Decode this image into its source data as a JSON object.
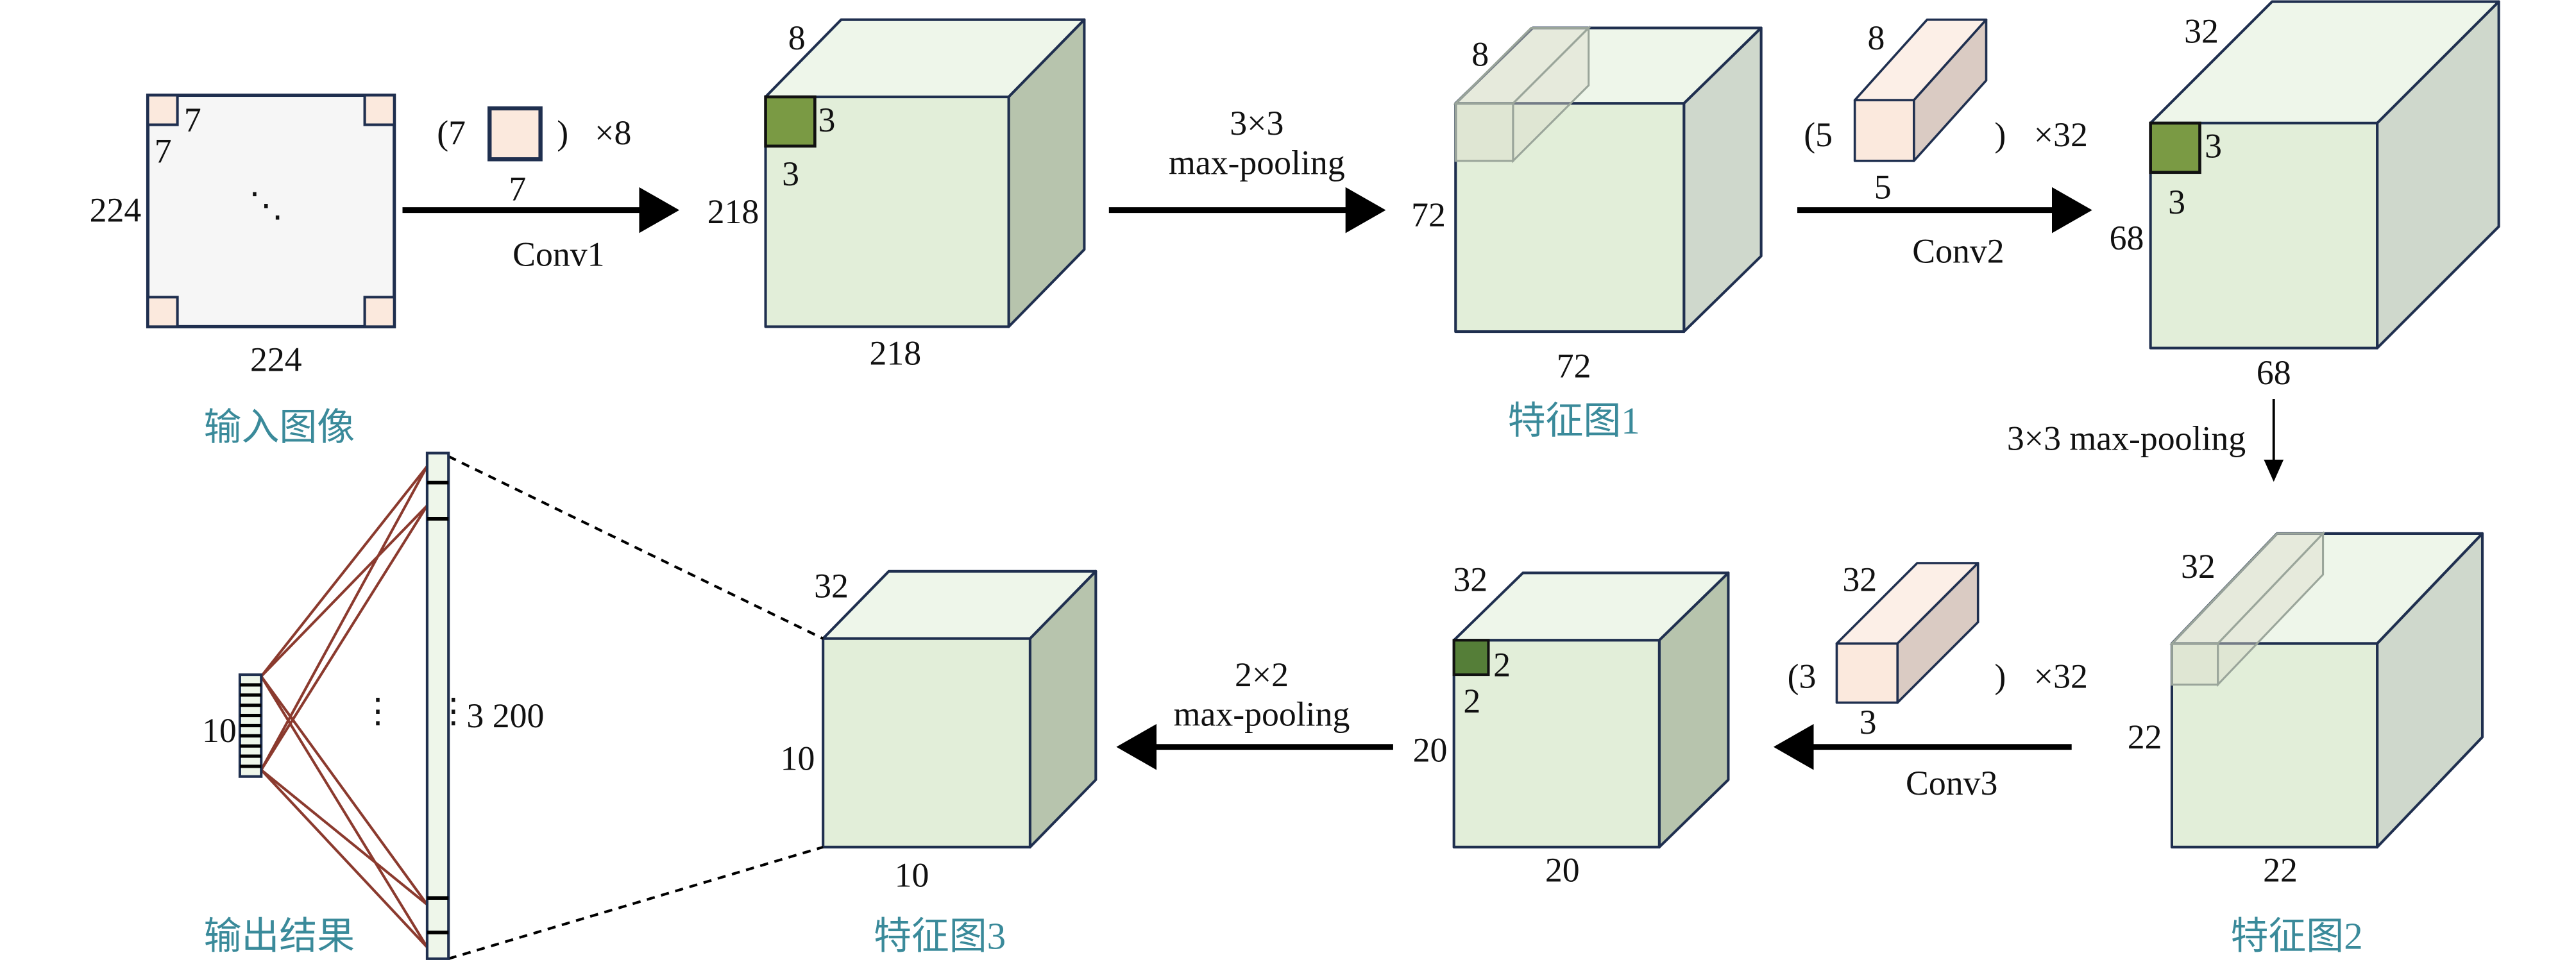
{
  "colors": {
    "front": "#e2eed9",
    "top": "#eef6ea",
    "side": "#b7c4ad",
    "side_light": "#cfd8cc",
    "kernel": "#fbe9dd",
    "kernel_side": "#dacbc3",
    "filter_patch": "#7a9a44",
    "pool_patch": "#557e38",
    "stroke": "#1f2f4f",
    "caption": "#3a8a9a",
    "fc_line": "#8b3a2e"
  },
  "input": {
    "caption": "输入图像",
    "height": "224",
    "width": "224",
    "corner_h": "7",
    "corner_w": "7",
    "dots": "⋱"
  },
  "conv1": {
    "open": "(7",
    "close": ")",
    "times": "×8",
    "size": "7",
    "label": "Conv1",
    "out_depth": "8",
    "out_h": "218",
    "out_w": "218",
    "patch_w": "3",
    "patch_h": "3"
  },
  "pool1": {
    "size": "3×3",
    "label": "max-pooling"
  },
  "fmap1": {
    "caption": "特征图1",
    "depth": "8",
    "h": "72",
    "w": "72"
  },
  "conv2": {
    "open": "(5",
    "close": ")",
    "times": "×32",
    "kernel_depth": "8",
    "size": "5",
    "label": "Conv2",
    "out_depth": "32",
    "out_h": "68",
    "out_w": "68",
    "patch_w": "3",
    "patch_h": "3"
  },
  "pool2": {
    "label": "3×3 max-pooling"
  },
  "fmap2": {
    "caption": "特征图2",
    "depth": "32",
    "h": "22",
    "w": "22"
  },
  "conv3": {
    "open": "(3",
    "close": ")",
    "times": "×32",
    "kernel_depth": "32",
    "size": "3",
    "label": "Conv3",
    "out_depth": "32",
    "out_h": "20",
    "out_w": "20",
    "patch_w": "2",
    "patch_h": "2"
  },
  "pool3": {
    "size": "2×2",
    "label": "max-pooling"
  },
  "fmap3": {
    "caption": "特征图3",
    "depth": "32",
    "h": "10",
    "w": "10"
  },
  "fc": {
    "flat_size": "3 200",
    "out_size": "10",
    "dots": "⋮",
    "caption": "输出结果"
  }
}
